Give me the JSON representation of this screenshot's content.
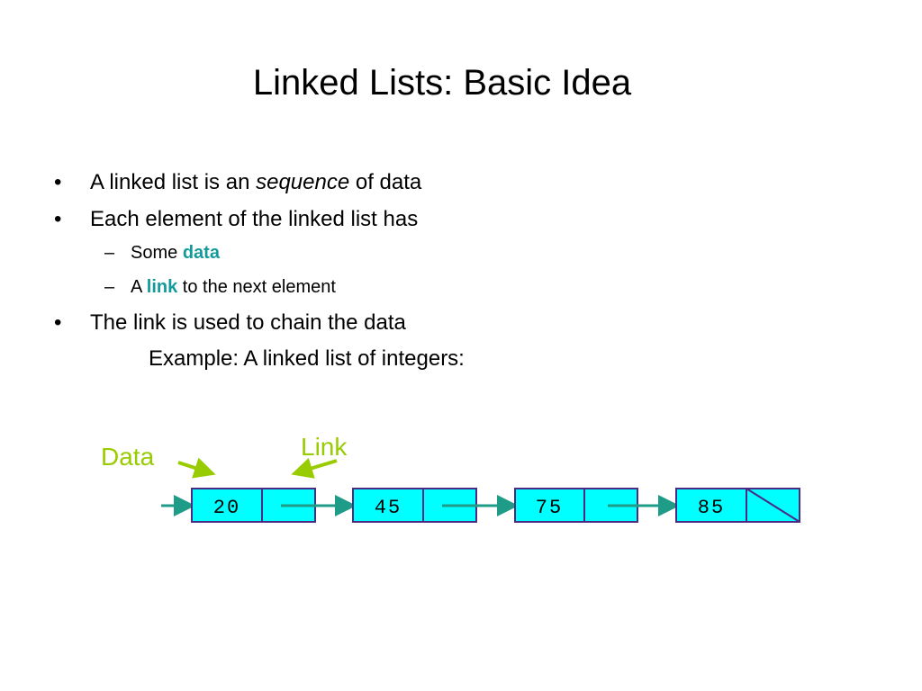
{
  "slide": {
    "title": "Linked Lists: Basic Idea",
    "bullets": [
      {
        "bullet": "•",
        "parts": [
          "A linked list is an ",
          "sequence",
          " of data"
        ]
      },
      {
        "bullet": "•",
        "parts": [
          "Each element of the linked list has"
        ]
      },
      {
        "bullet": "–",
        "parts": [
          "Some ",
          "data"
        ]
      },
      {
        "bullet": "–",
        "parts": [
          "A ",
          "link",
          " to the next element"
        ]
      },
      {
        "bullet": "•",
        "parts": [
          "The link is used to chain the data"
        ]
      }
    ],
    "example": "Example: A linked list of integers:"
  },
  "diagram": {
    "nodes": [
      "20",
      "45",
      "75",
      "85"
    ],
    "labels": {
      "data": "Data",
      "link": "Link"
    },
    "colors": {
      "node_fill": "#00ffff",
      "node_border": "#4b2a84",
      "arrow": "#1f9c88",
      "annotation": "#99cc00",
      "keyword": "#149a9a"
    }
  }
}
